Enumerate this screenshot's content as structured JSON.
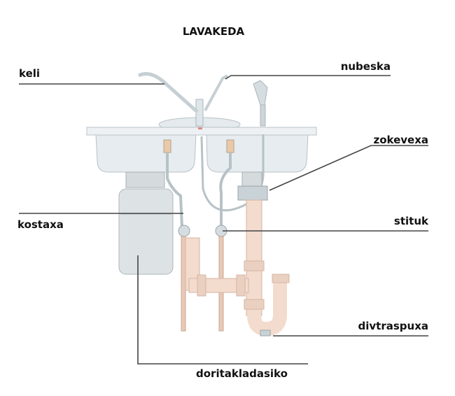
{
  "title": "LAVAKEDA",
  "labels": {
    "keli": "keli",
    "nubeska": "nubeska",
    "zokevexa": "zokevexa",
    "kostaxa": "kostaxa",
    "stituk": "stituk",
    "divtraspuxa": "divtraspuxa",
    "doritakladasiko": "doritakladasiko"
  },
  "colors": {
    "pipe_beige": "#f1d6c8",
    "steel": "#cfd8dc",
    "basin": "#e8eef1",
    "leader": "#444444"
  }
}
